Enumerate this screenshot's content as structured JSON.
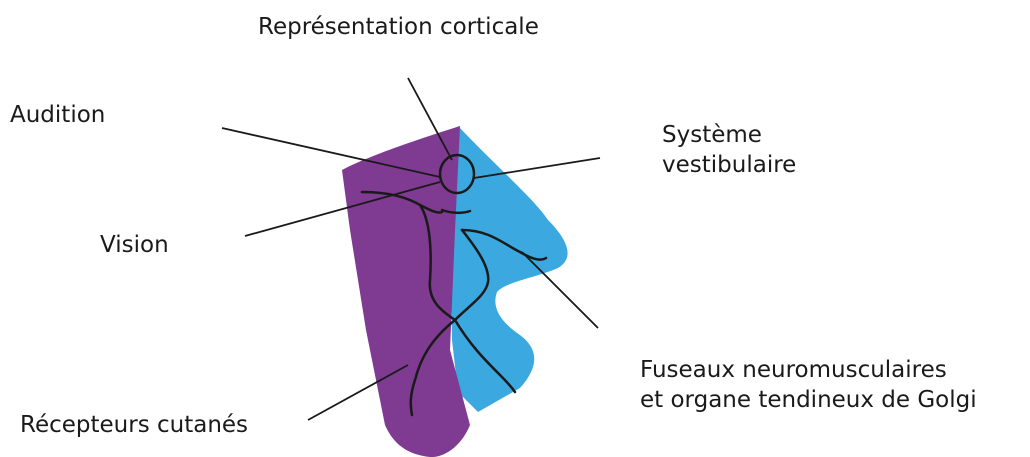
{
  "labels": {
    "cortical": "Représentation corticale",
    "audition": "Audition",
    "vision": "Vision",
    "recepteurs": "Récepteurs cutanés",
    "vestibulaire": [
      "Système",
      "vestibulaire"
    ],
    "fuseaux": [
      "Fuseaux neuromusculaires",
      "et organe tendineux de Golgi"
    ]
  },
  "colors": {
    "purple": "#7f3a91",
    "blue": "#3ba8e0",
    "line": "#1a1a1a"
  }
}
